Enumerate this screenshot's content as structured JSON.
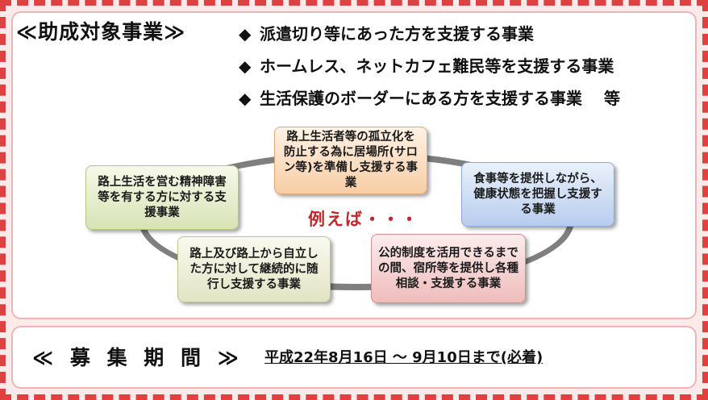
{
  "subsidy": {
    "heading": "≪助成対象事業≫",
    "bullets": [
      "派遣切り等にあった方を支援する事業",
      "ホームレス、ネットカフェ難民等を支援する事業",
      "生活保護のボーダーにある方を支援する事業　 等"
    ],
    "bullet_glyph": "◆"
  },
  "examples": {
    "label": "例えば・・・",
    "cards": {
      "salon": "路上生活者等の孤立化を防止する為に居場所(サロン等)を準備し支援する事業",
      "mental": "路上生活を営む精神障害等を有する方に対する支援事業",
      "health": "食事等を提供しながら、健康状態を把握し支援する事業",
      "accompany": "路上及び路上から自立した方に対して継続的に随行し支援する事業",
      "housing": "公的制度を活用できるまでの間、宿所等を提供し各種相談・支援する事業"
    }
  },
  "recruitment": {
    "heading": "≪ 募 集 期 間 ≫",
    "period": "平成22年8月16日 ～ 9月10日まで(必着)"
  },
  "colors": {
    "frame": "#e04040",
    "accent_text": "#c0282a"
  }
}
